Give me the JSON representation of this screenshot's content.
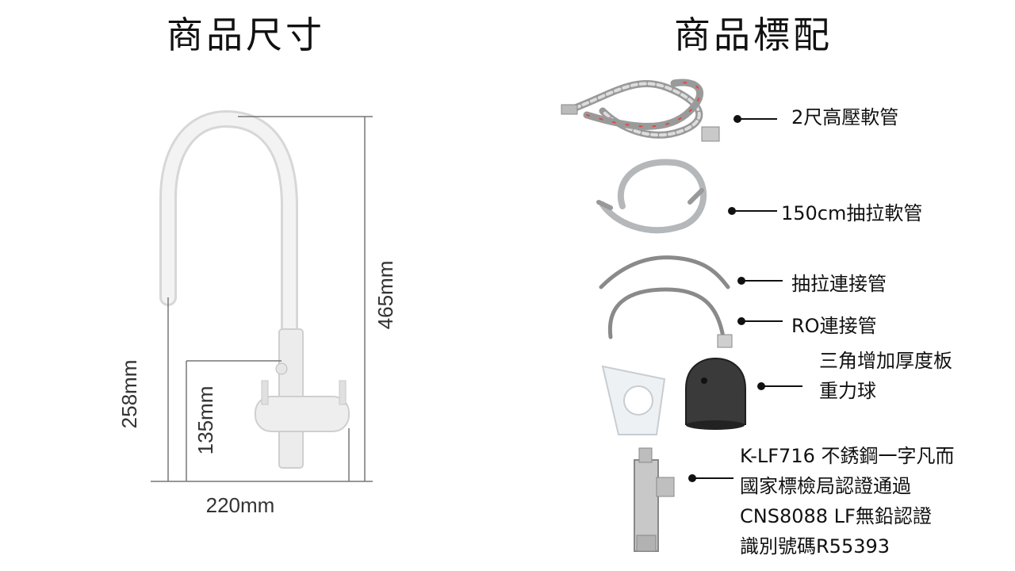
{
  "left_title": "商品尺寸",
  "right_title": "商品標配",
  "dimensions": {
    "height_total": "465mm",
    "height_spout": "258mm",
    "height_handle": "135mm",
    "reach": "220mm"
  },
  "accessories": [
    {
      "label": "2尺高壓軟管"
    },
    {
      "label": "150cm抽拉軟管"
    },
    {
      "label": "抽拉連接管"
    },
    {
      "label": "RO連接管"
    },
    {
      "label_line1": "三角增加厚度板",
      "label_line2": "重力球"
    },
    {
      "line1": "K-LF716 不銹鋼一字凡而",
      "line2": "國家標檢局認證通過",
      "line3": "CNS8088 LF無鉛認證",
      "line4": "識別號碼R55393"
    }
  ],
  "colors": {
    "text": "#111111",
    "dimension_lines": "#777777",
    "faucet_fill": "#e8e8e8"
  }
}
